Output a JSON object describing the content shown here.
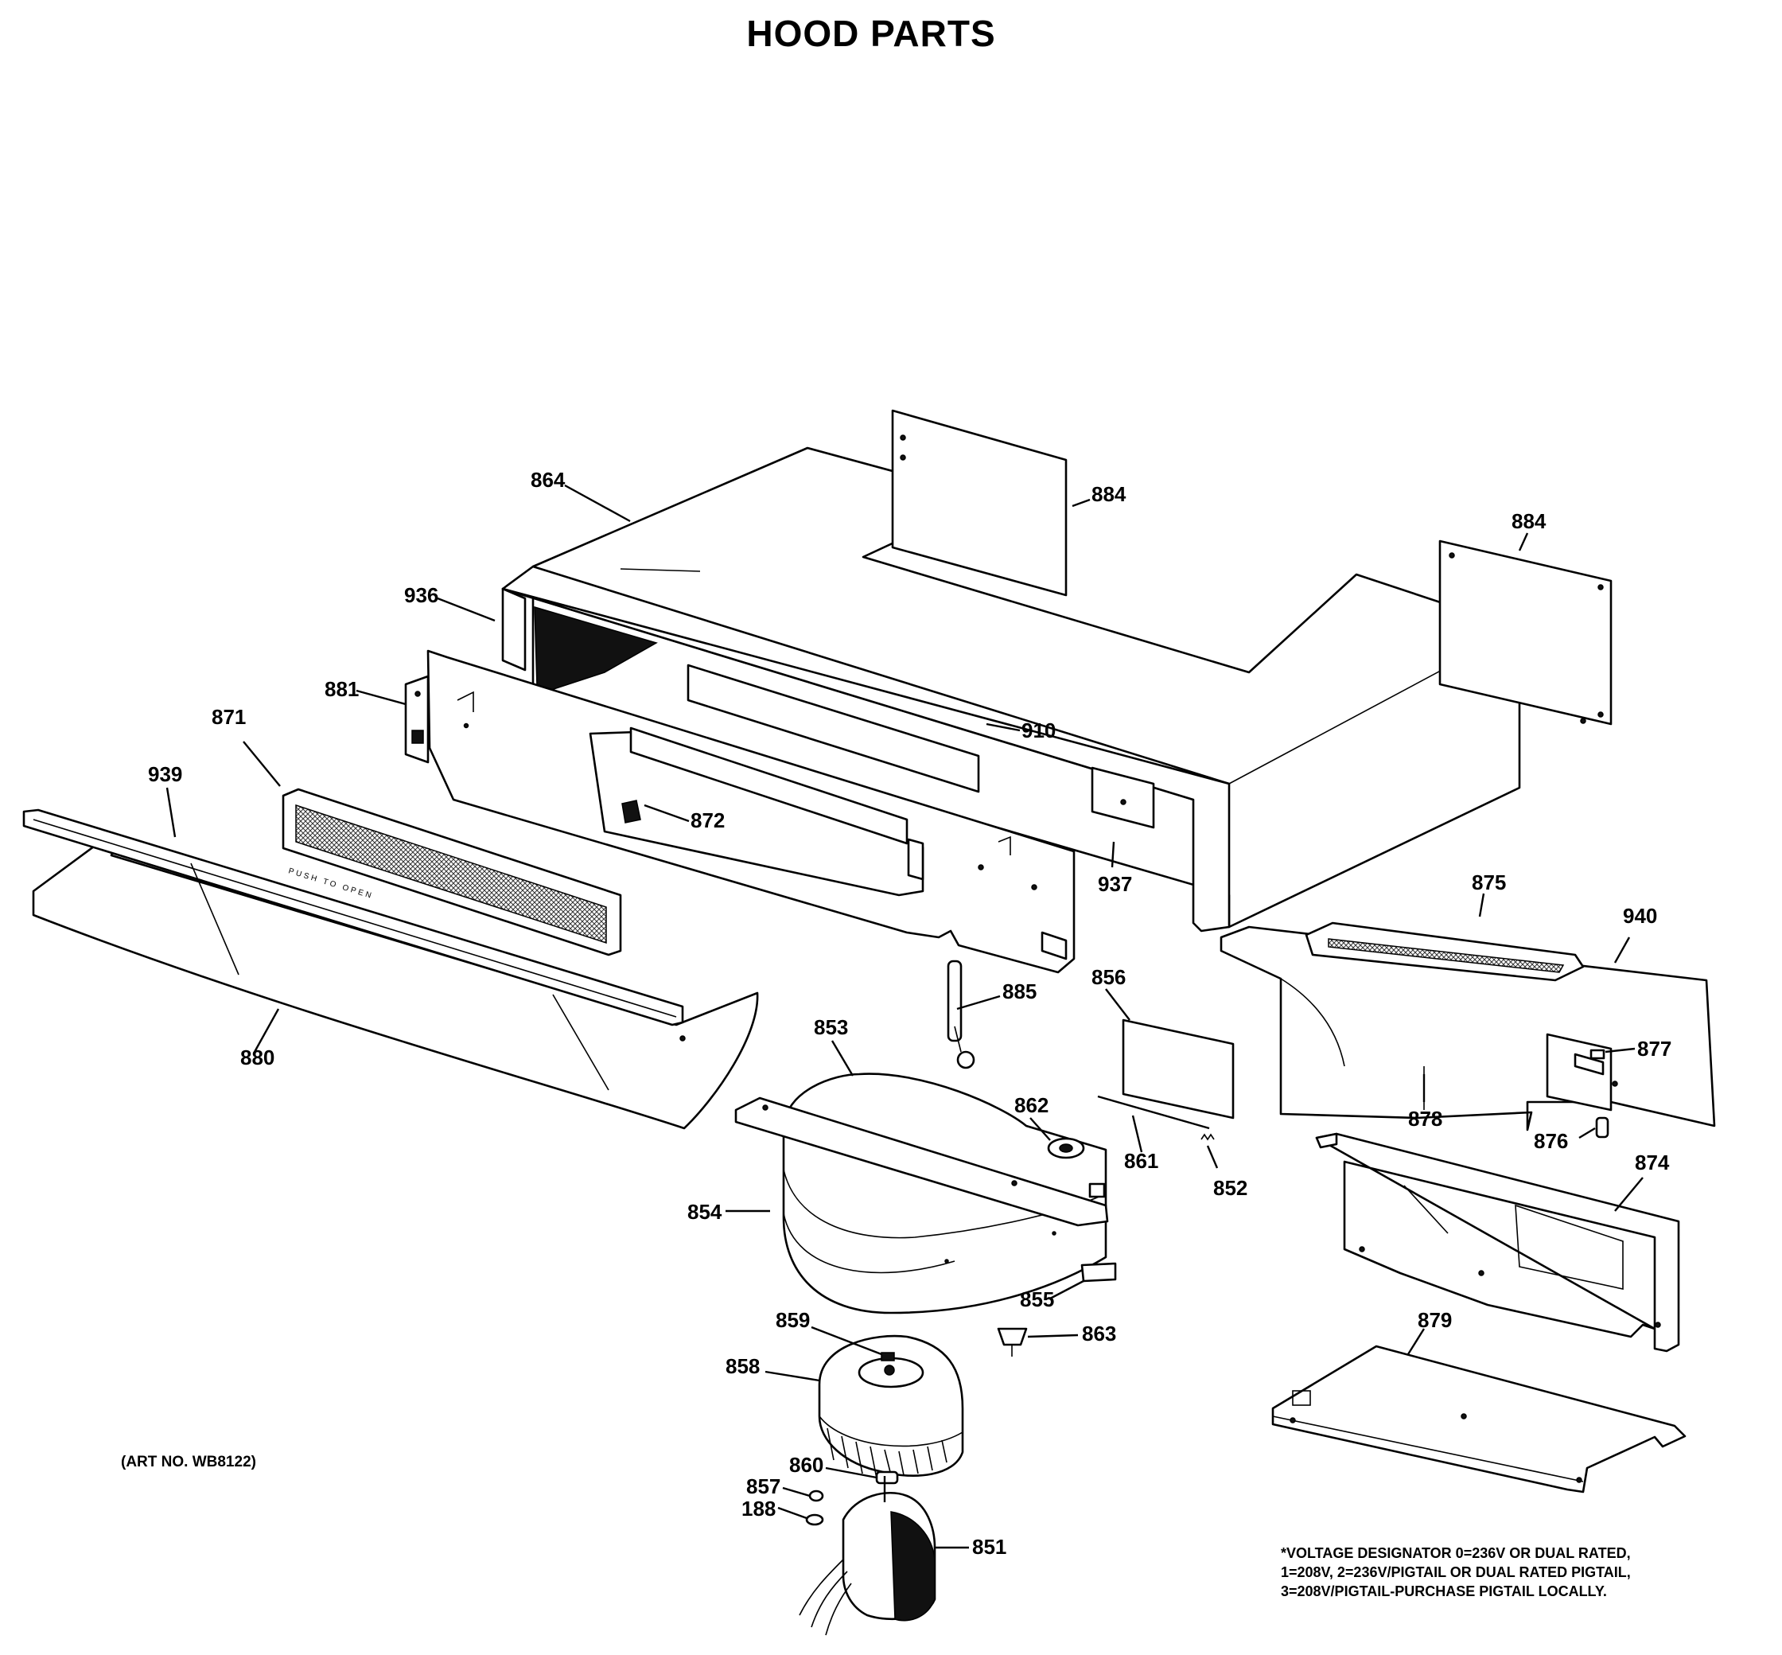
{
  "title": "HOOD PARTS",
  "art_number": "(ART NO. WB8122)",
  "front_panel_text": "PUSH TO OPEN",
  "voltage_note": [
    "*VOLTAGE DESIGNATOR 0=236V OR DUAL RATED,",
    "1=208V, 2=236V/PIGTAIL OR DUAL RATED PIGTAIL,",
    "3=208V/PIGTAIL-PURCHASE PIGTAIL LOCALLY."
  ],
  "callouts": {
    "c864": "864",
    "c884a": "884",
    "c884b": "884",
    "c936": "936",
    "c881": "881",
    "c871": "871",
    "c939": "939",
    "c872": "872",
    "c910": "910",
    "c937": "937",
    "c875": "875",
    "c940": "940",
    "c856": "856",
    "c885": "885",
    "c853": "853",
    "c880": "880",
    "c862": "862",
    "c877": "877",
    "c878": "878",
    "c876": "876",
    "c861": "861",
    "c852": "852",
    "c874": "874",
    "c854": "854",
    "c855": "855",
    "c863": "863",
    "c859": "859",
    "c858": "858",
    "c879": "879",
    "c860": "860",
    "c857": "857",
    "c188": "188",
    "c851": "851"
  }
}
